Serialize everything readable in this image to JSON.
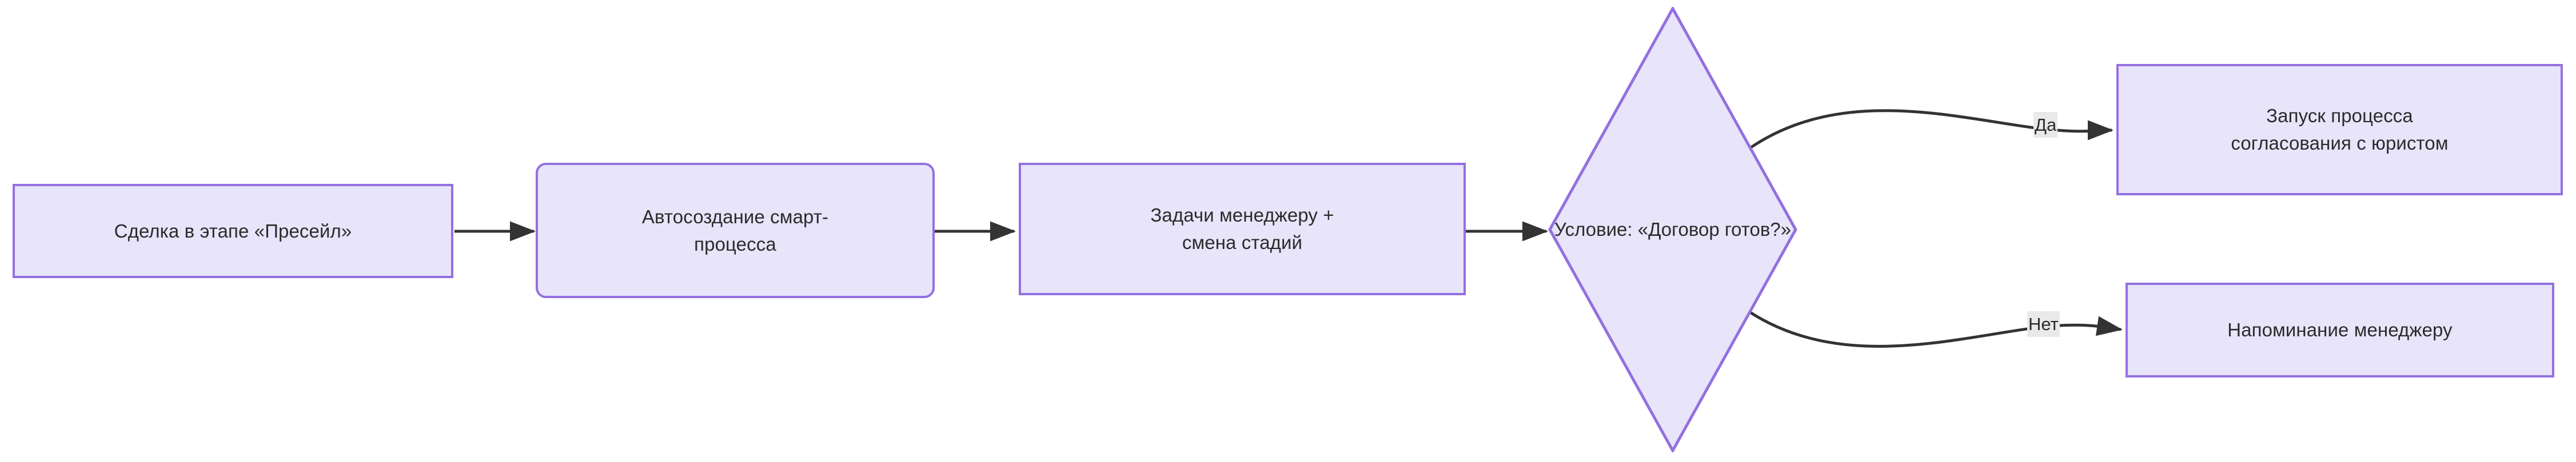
{
  "diagram": {
    "type": "flowchart",
    "direction": "left-to-right",
    "background_color": "#ffffff",
    "node_fill_color": "#e8e4fa",
    "node_border_color": "#9370e0",
    "node_text_color": "#2b2b2b",
    "edge_color": "#333333",
    "edge_label_background": "#e9e9e9",
    "nodes": [
      {
        "id": "deal-presale",
        "shape": "rectangle",
        "label": "Сделка в этапе «Пресейл»"
      },
      {
        "id": "auto-create-smart-process",
        "shape": "rounded-rectangle",
        "label": "Автосоздание смарт-\nпроцесса"
      },
      {
        "id": "manager-tasks",
        "shape": "rectangle",
        "label": "Задачи менеджеру +\nсмена стадий"
      },
      {
        "id": "condition-contract-ready",
        "shape": "diamond",
        "label": "Условие: «Договор готов?»"
      },
      {
        "id": "start-lawyer-approval",
        "shape": "rectangle",
        "label": "Запуск процесса\nсогласования с юристом"
      },
      {
        "id": "manager-reminder",
        "shape": "rectangle",
        "label": "Напоминание менеджеру"
      }
    ],
    "edges": [
      {
        "from": "deal-presale",
        "to": "auto-create-smart-process",
        "label": ""
      },
      {
        "from": "auto-create-smart-process",
        "to": "manager-tasks",
        "label": ""
      },
      {
        "from": "manager-tasks",
        "to": "condition-contract-ready",
        "label": ""
      },
      {
        "from": "condition-contract-ready",
        "to": "start-lawyer-approval",
        "label": "Да"
      },
      {
        "from": "condition-contract-ready",
        "to": "manager-reminder",
        "label": "Нет"
      }
    ]
  }
}
